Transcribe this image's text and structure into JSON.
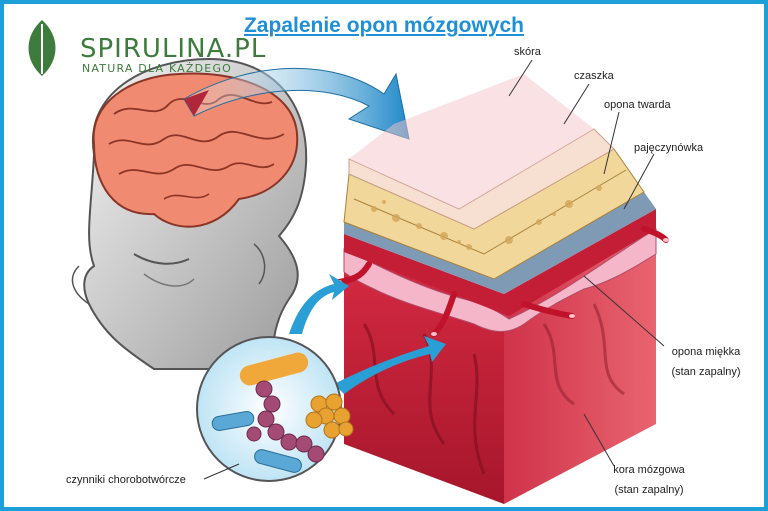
{
  "title": "Zapalenie opon mózgowych",
  "logo": {
    "brand": "SPIRULINA.PL",
    "tagline": "NATURA DLA KAŻDEGO",
    "icon": "leaf-icon",
    "color": "#3d7c3c"
  },
  "labels": {
    "skin": "skóra",
    "skull": "czaszka",
    "dura": "opona twarda",
    "arachnoid": "pajęczynówka",
    "pia_line1": "opona miękka",
    "pia_line2": "(stan zapalny)",
    "cortex_line1": "kora mózgowa",
    "cortex_line2": "(stan zapalny)",
    "pathogens": "czynniki chorobotwórcze"
  },
  "colors": {
    "accent": "#1d9fd8",
    "title": "#1f8fd6",
    "tissue": "#c8243a"
  }
}
